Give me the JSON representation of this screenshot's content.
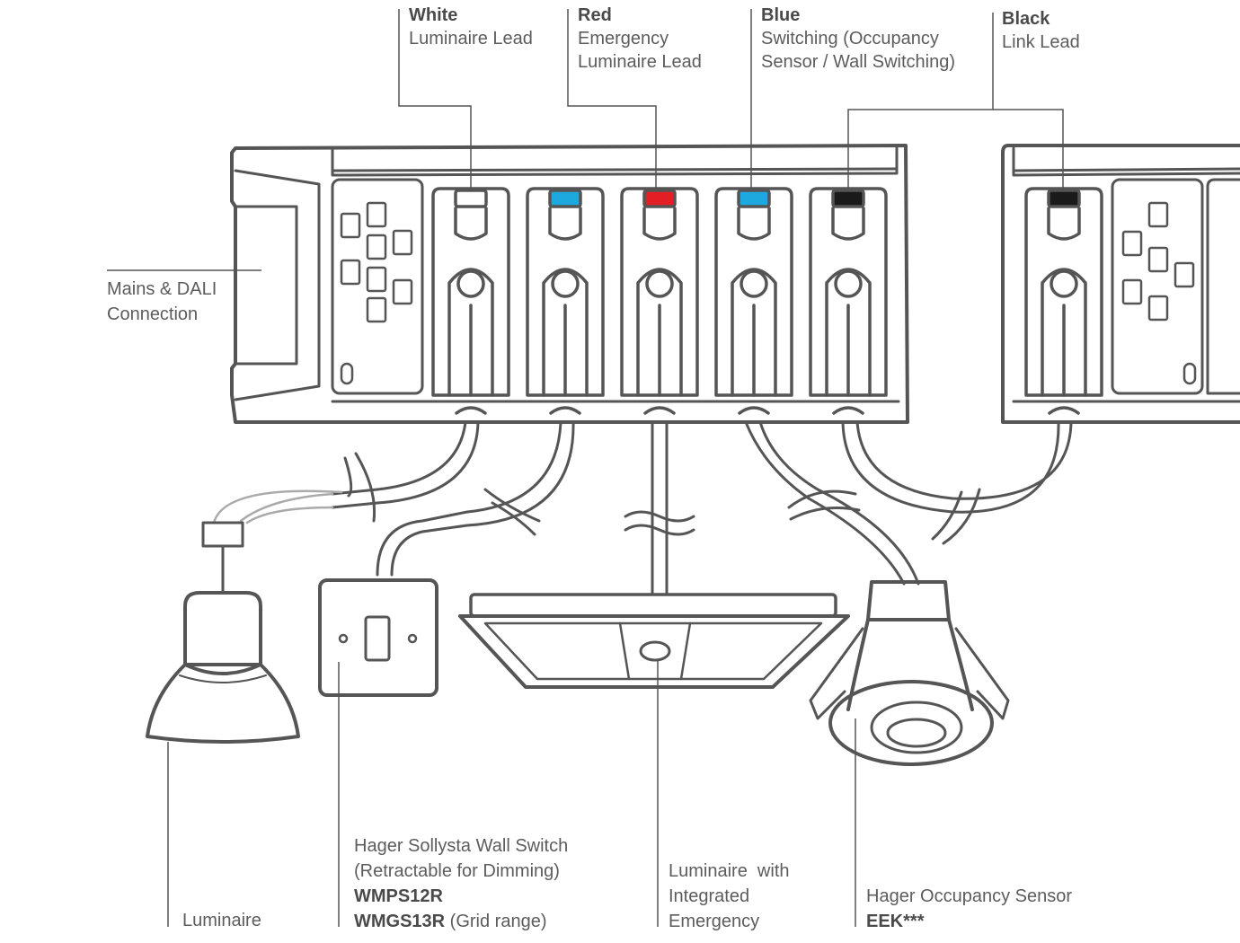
{
  "colors": {
    "outline": "#555555",
    "white_terminal": "#ffffff",
    "red_terminal": "#e31e25",
    "blue_terminal": "#1ea8e0",
    "black_terminal": "#1a1a1a",
    "text": "#5c5c5c"
  },
  "leads": {
    "white": {
      "title": "White",
      "lines": [
        "Luminaire Lead"
      ]
    },
    "red": {
      "title": "Red",
      "lines": [
        "Emergency",
        "Luminaire Lead"
      ]
    },
    "blue": {
      "title": "Blue",
      "lines": [
        "Switching (Occupancy",
        "Sensor / Wall Switching)"
      ]
    },
    "black": {
      "title": "Black",
      "lines": [
        "Link Lead"
      ]
    }
  },
  "mains": {
    "lines": [
      "Mains & DALI",
      "Connection"
    ]
  },
  "devices": {
    "luminaire": {
      "lines": [
        "Luminaire"
      ]
    },
    "wall_switch": {
      "lines": [
        "Hager Sollysta Wall Switch",
        "(Retractable for Dimming)"
      ],
      "codes": [
        "WMPS12R",
        "WMGS13R"
      ],
      "code2_suffix": " (Grid range)"
    },
    "emergency_luminaire": {
      "lines": [
        "Luminaire  with",
        "Integrated",
        "Emergency"
      ]
    },
    "occupancy_sensor": {
      "lines": [
        "Hager Occupancy Sensor"
      ],
      "code": "EEK***"
    }
  }
}
